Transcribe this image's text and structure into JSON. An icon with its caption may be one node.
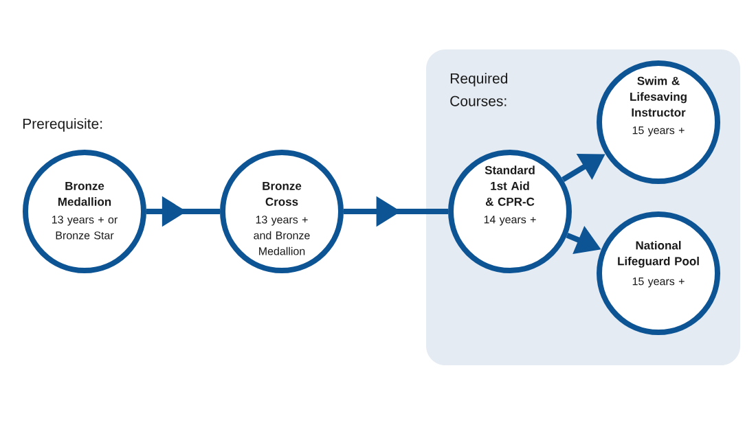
{
  "diagram": {
    "nodes": [
      {
        "text": [
          "Bronze Medallion",
          "13 years + or Bronze Star"
        ]
      },
      {
        "text": [
          "Bronze Cross",
          "13 years + and Bronze Medallion"
        ]
      },
      {
        "text": [
          "Required Courses:"
        ]
      },
      {
        "text": [
          "Standard 1st Aid & CPR-C",
          "14 years +"
        ],
        "in": 2
      },
      {
        "text": [
          "Swim & Lifesaving Instructor",
          "15 years +"
        ],
        "in": 2
      },
      {
        "text": [
          "National Lifeguard Pool",
          "15 years +"
        ],
        "in": 2
      }
    ],
    "edges": [
      {
        "from": 0,
        "to": 1,
        "arrow": "to"
      },
      {
        "from": 1,
        "to": 3,
        "arrow": "to"
      },
      {
        "from": 3,
        "to": 4,
        "arrow": "to"
      },
      {
        "from": 3,
        "to": 5,
        "arrow": "to"
      }
    ],
    "labels": [
      "Prerequisite:"
    ]
  }
}
